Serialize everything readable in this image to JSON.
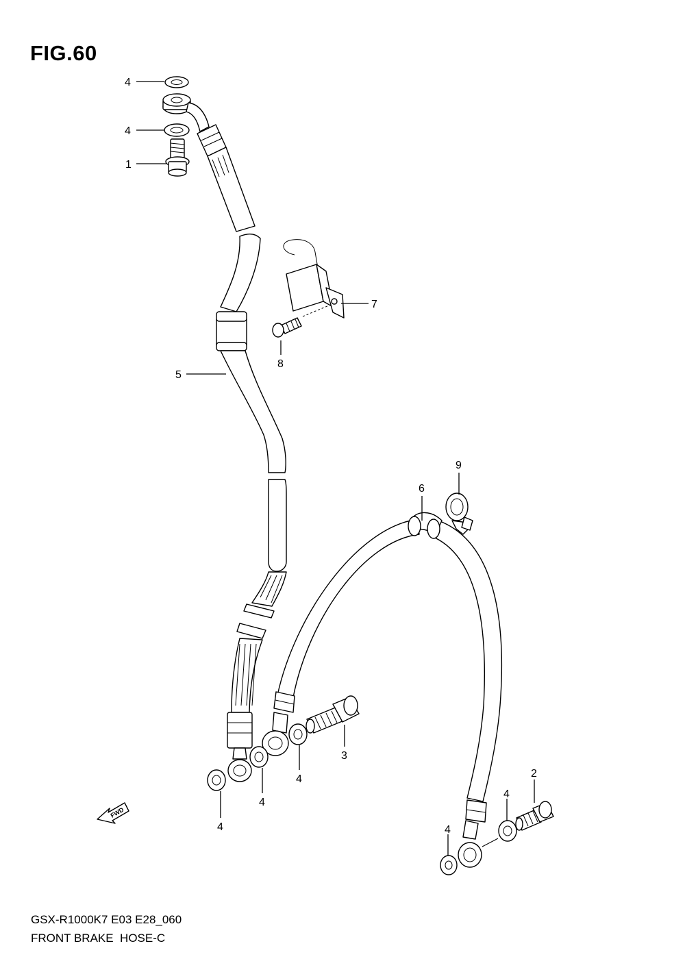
{
  "figure": {
    "title": "FIG.60"
  },
  "footer": {
    "model_code": "GSX-R1000K7 E03 E28_060",
    "section_name": "FRONT BRAKE  HOSE-C"
  },
  "fwd_arrow": {
    "label": "FWD"
  },
  "callouts": [
    {
      "id": "c1",
      "number": "1"
    },
    {
      "id": "c2",
      "number": "2"
    },
    {
      "id": "c3",
      "number": "3"
    },
    {
      "id": "c4a",
      "number": "4"
    },
    {
      "id": "c4b",
      "number": "4"
    },
    {
      "id": "c4c",
      "number": "4"
    },
    {
      "id": "c4d",
      "number": "4"
    },
    {
      "id": "c4e",
      "number": "4"
    },
    {
      "id": "c4f",
      "number": "4"
    },
    {
      "id": "c4g",
      "number": "4"
    },
    {
      "id": "c5",
      "number": "5"
    },
    {
      "id": "c6",
      "number": "6"
    },
    {
      "id": "c7",
      "number": "7"
    },
    {
      "id": "c8",
      "number": "8"
    },
    {
      "id": "c9",
      "number": "9"
    }
  ]
}
